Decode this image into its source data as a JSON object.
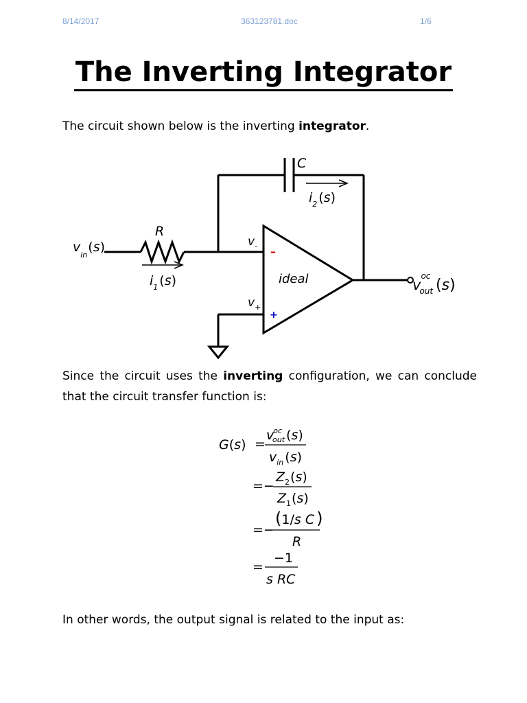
{
  "header": {
    "date": "8/14/2017",
    "filename": "363123781.doc",
    "page": "1/6"
  },
  "title": "The Inverting Integrator",
  "intro": {
    "before": "The circuit shown below is the inverting ",
    "bold": "integrator",
    "after": "."
  },
  "circuit": {
    "capacitor_label": "C",
    "resistor_label": "R",
    "opamp_label": "ideal",
    "minus_sign": "–",
    "plus_sign": "+",
    "minus_color": "#d40000",
    "plus_color": "#0000c0",
    "symbols": {
      "v": "v",
      "i": "i",
      "s": "s",
      "sub_in": "in",
      "sub_out": "out",
      "sup_oc": "oc",
      "sub_1": "1",
      "sub_2": "2",
      "sub_minus": "-",
      "sub_plus": "+"
    }
  },
  "para2": {
    "before": "Since the circuit uses the ",
    "bold": "inverting",
    "after": " configuration, we can conclude that the circuit transfer function is:"
  },
  "equation": {
    "G": "G",
    "s": "s",
    "eq": "=",
    "neg": "−",
    "v": "v",
    "Z": "Z",
    "sub_out": "out",
    "sup_oc": "oc",
    "sub_in": "in",
    "sub_2": "2",
    "sub_1": "1",
    "one": "1",
    "slash": "/",
    "sC": "s C",
    "R": "R",
    "minus_one": "−1",
    "sRC": "s RC"
  },
  "para3": "In other words, the output signal is related to the input as:"
}
